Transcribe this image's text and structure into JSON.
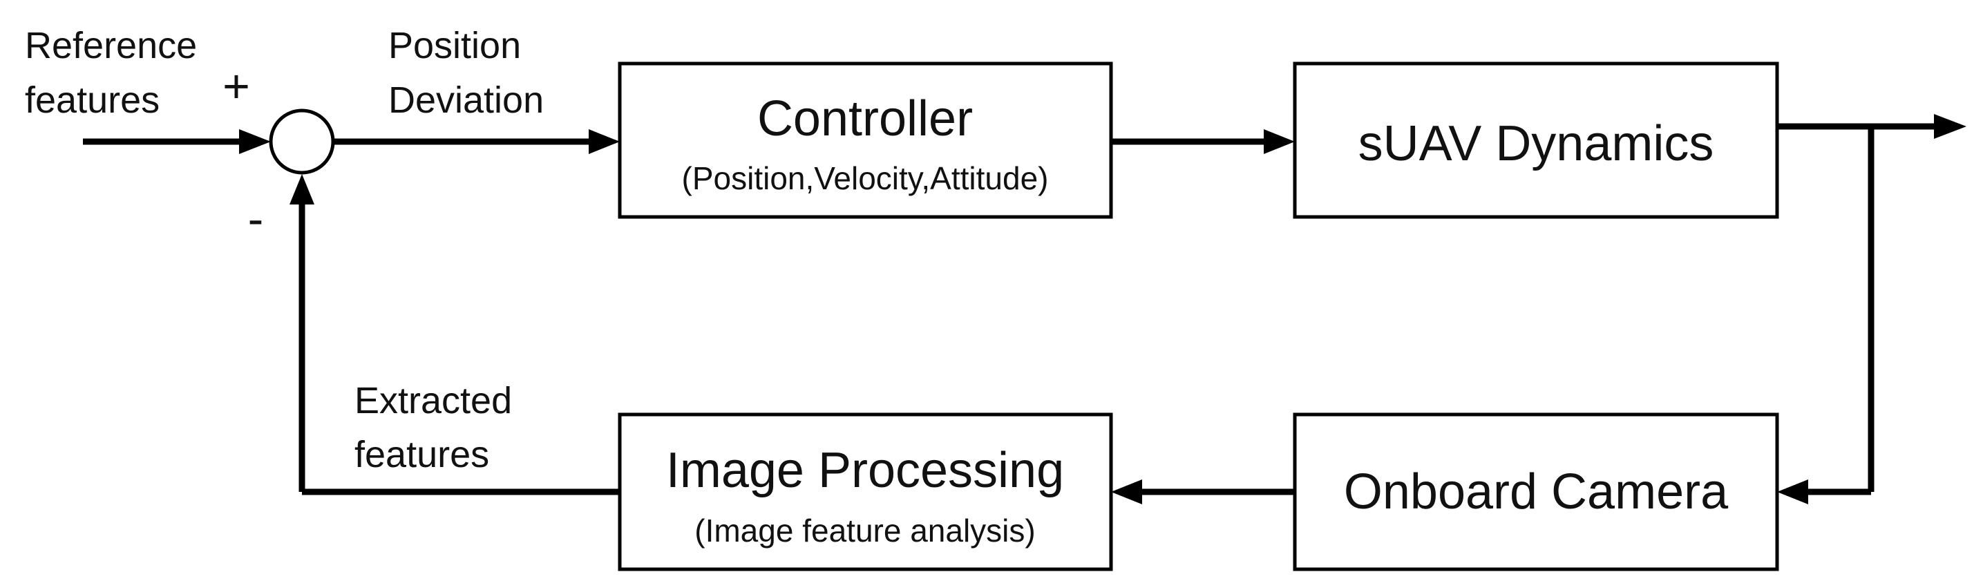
{
  "diagram": {
    "labels": {
      "reference_line1": "Reference",
      "reference_line2": "features",
      "plus_sign": "+",
      "minus_sign": "-",
      "position_line1": "Position",
      "position_line2": "Deviation",
      "extracted_line1": "Extracted",
      "extracted_line2": "features"
    },
    "blocks": {
      "controller": {
        "title": "Controller",
        "subtitle": "(Position,Velocity,Attitude)"
      },
      "dynamics": {
        "title": "sUAV Dynamics"
      },
      "image_processing": {
        "title": "Image Processing",
        "subtitle": "(Image feature analysis)"
      },
      "camera": {
        "title": "Onboard Camera"
      }
    }
  }
}
